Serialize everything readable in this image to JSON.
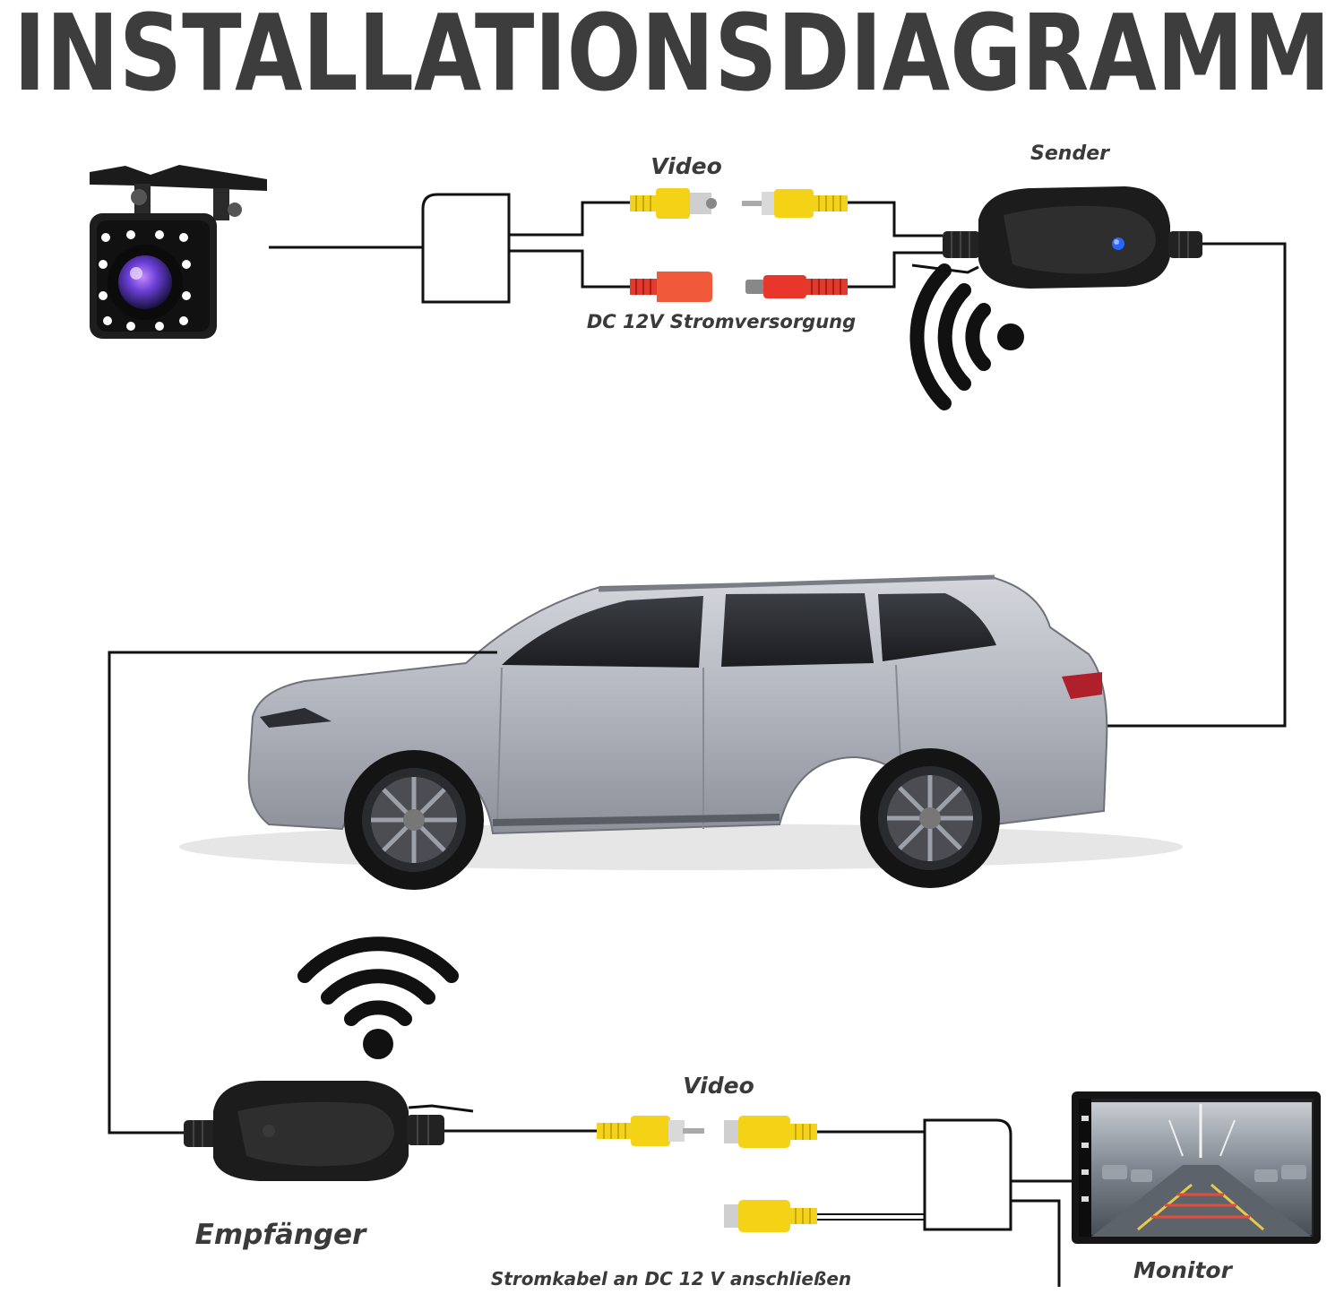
{
  "title": "INSTALLATIONSDIAGRAMM",
  "labels": {
    "video_top": "Video",
    "sender": "Sender",
    "dc_top": "DC 12V Stromversorgung",
    "video_bottom": "Video",
    "receiver": "Empfänger",
    "power_bottom": "Stromkabel an DC 12 V anschließen",
    "monitor": "Monitor"
  },
  "colors": {
    "title": "#3d3d3d",
    "label": "#3a3a3a",
    "rca_yellow": "#f2d21a",
    "plug_red": "#e23a2c",
    "car_body": "#b9bcc4",
    "device": "#1c1c1c",
    "led_blue": "#2a64ff"
  },
  "icons": [
    "rear-camera-icon",
    "rca-yellow-female-icon",
    "rca-yellow-male-icon",
    "dc-red-female-icon",
    "dc-red-male-icon",
    "transmitter-icon",
    "receiver-icon",
    "wifi-signal-icon",
    "car-icon",
    "monitor-icon"
  ]
}
